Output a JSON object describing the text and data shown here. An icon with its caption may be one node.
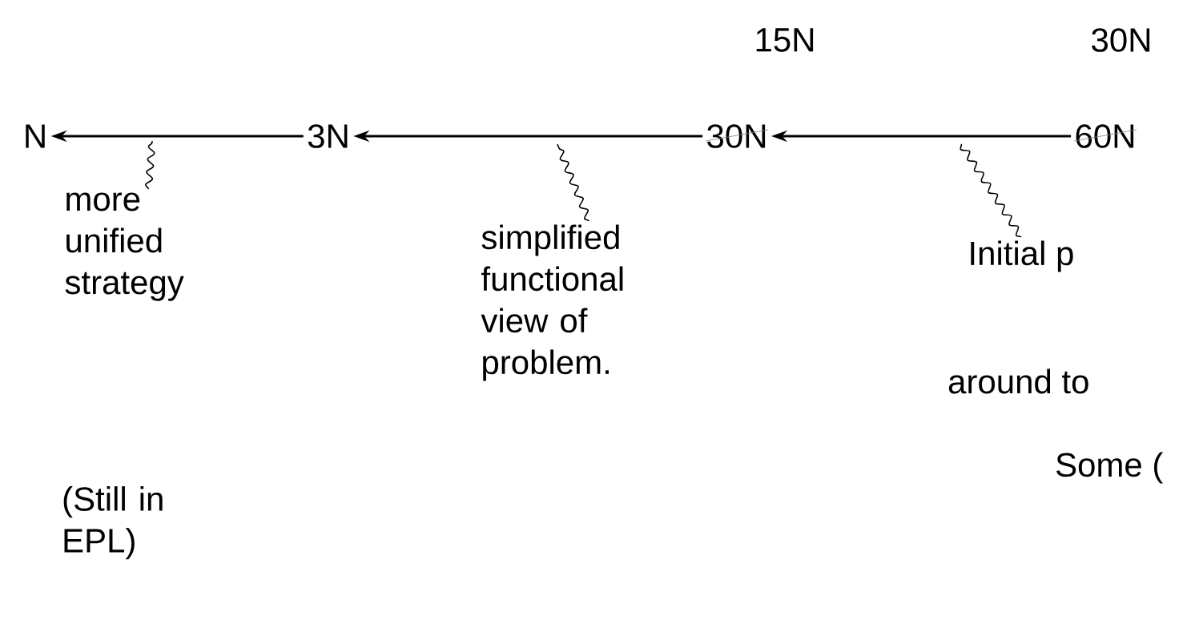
{
  "diagram": {
    "nodes": [
      {
        "text": [
          "N"
        ]
      },
      {
        "text": [
          "3N"
        ]
      },
      {
        "text": [
          "30N"
        ],
        "beside": [
          "15N"
        ]
      },
      {
        "text": [
          "60N"
        ],
        "beside": [
          "30N"
        ]
      },
      {
        "text": [
          "more unified strategy"
        ]
      },
      {
        "text": [
          "simplified functional view of problem."
        ]
      },
      {
        "text": [
          "Initial p"
        ]
      }
    ],
    "edges": [
      {
        "from": 1,
        "to": 0,
        "arrow": "to"
      },
      {
        "from": 2,
        "to": 1,
        "arrow": "to"
      },
      {
        "from": 3,
        "to": 2,
        "arrow": "to"
      },
      {
        "from": 4,
        "to": null,
        "arrow": "none"
      },
      {
        "from": 5,
        "to": null,
        "arrow": "none"
      },
      {
        "from": 6,
        "to": null,
        "arrow": "none"
      }
    ],
    "labels": [
      "(Still in EPL)",
      "around to",
      "Some ("
    ]
  }
}
